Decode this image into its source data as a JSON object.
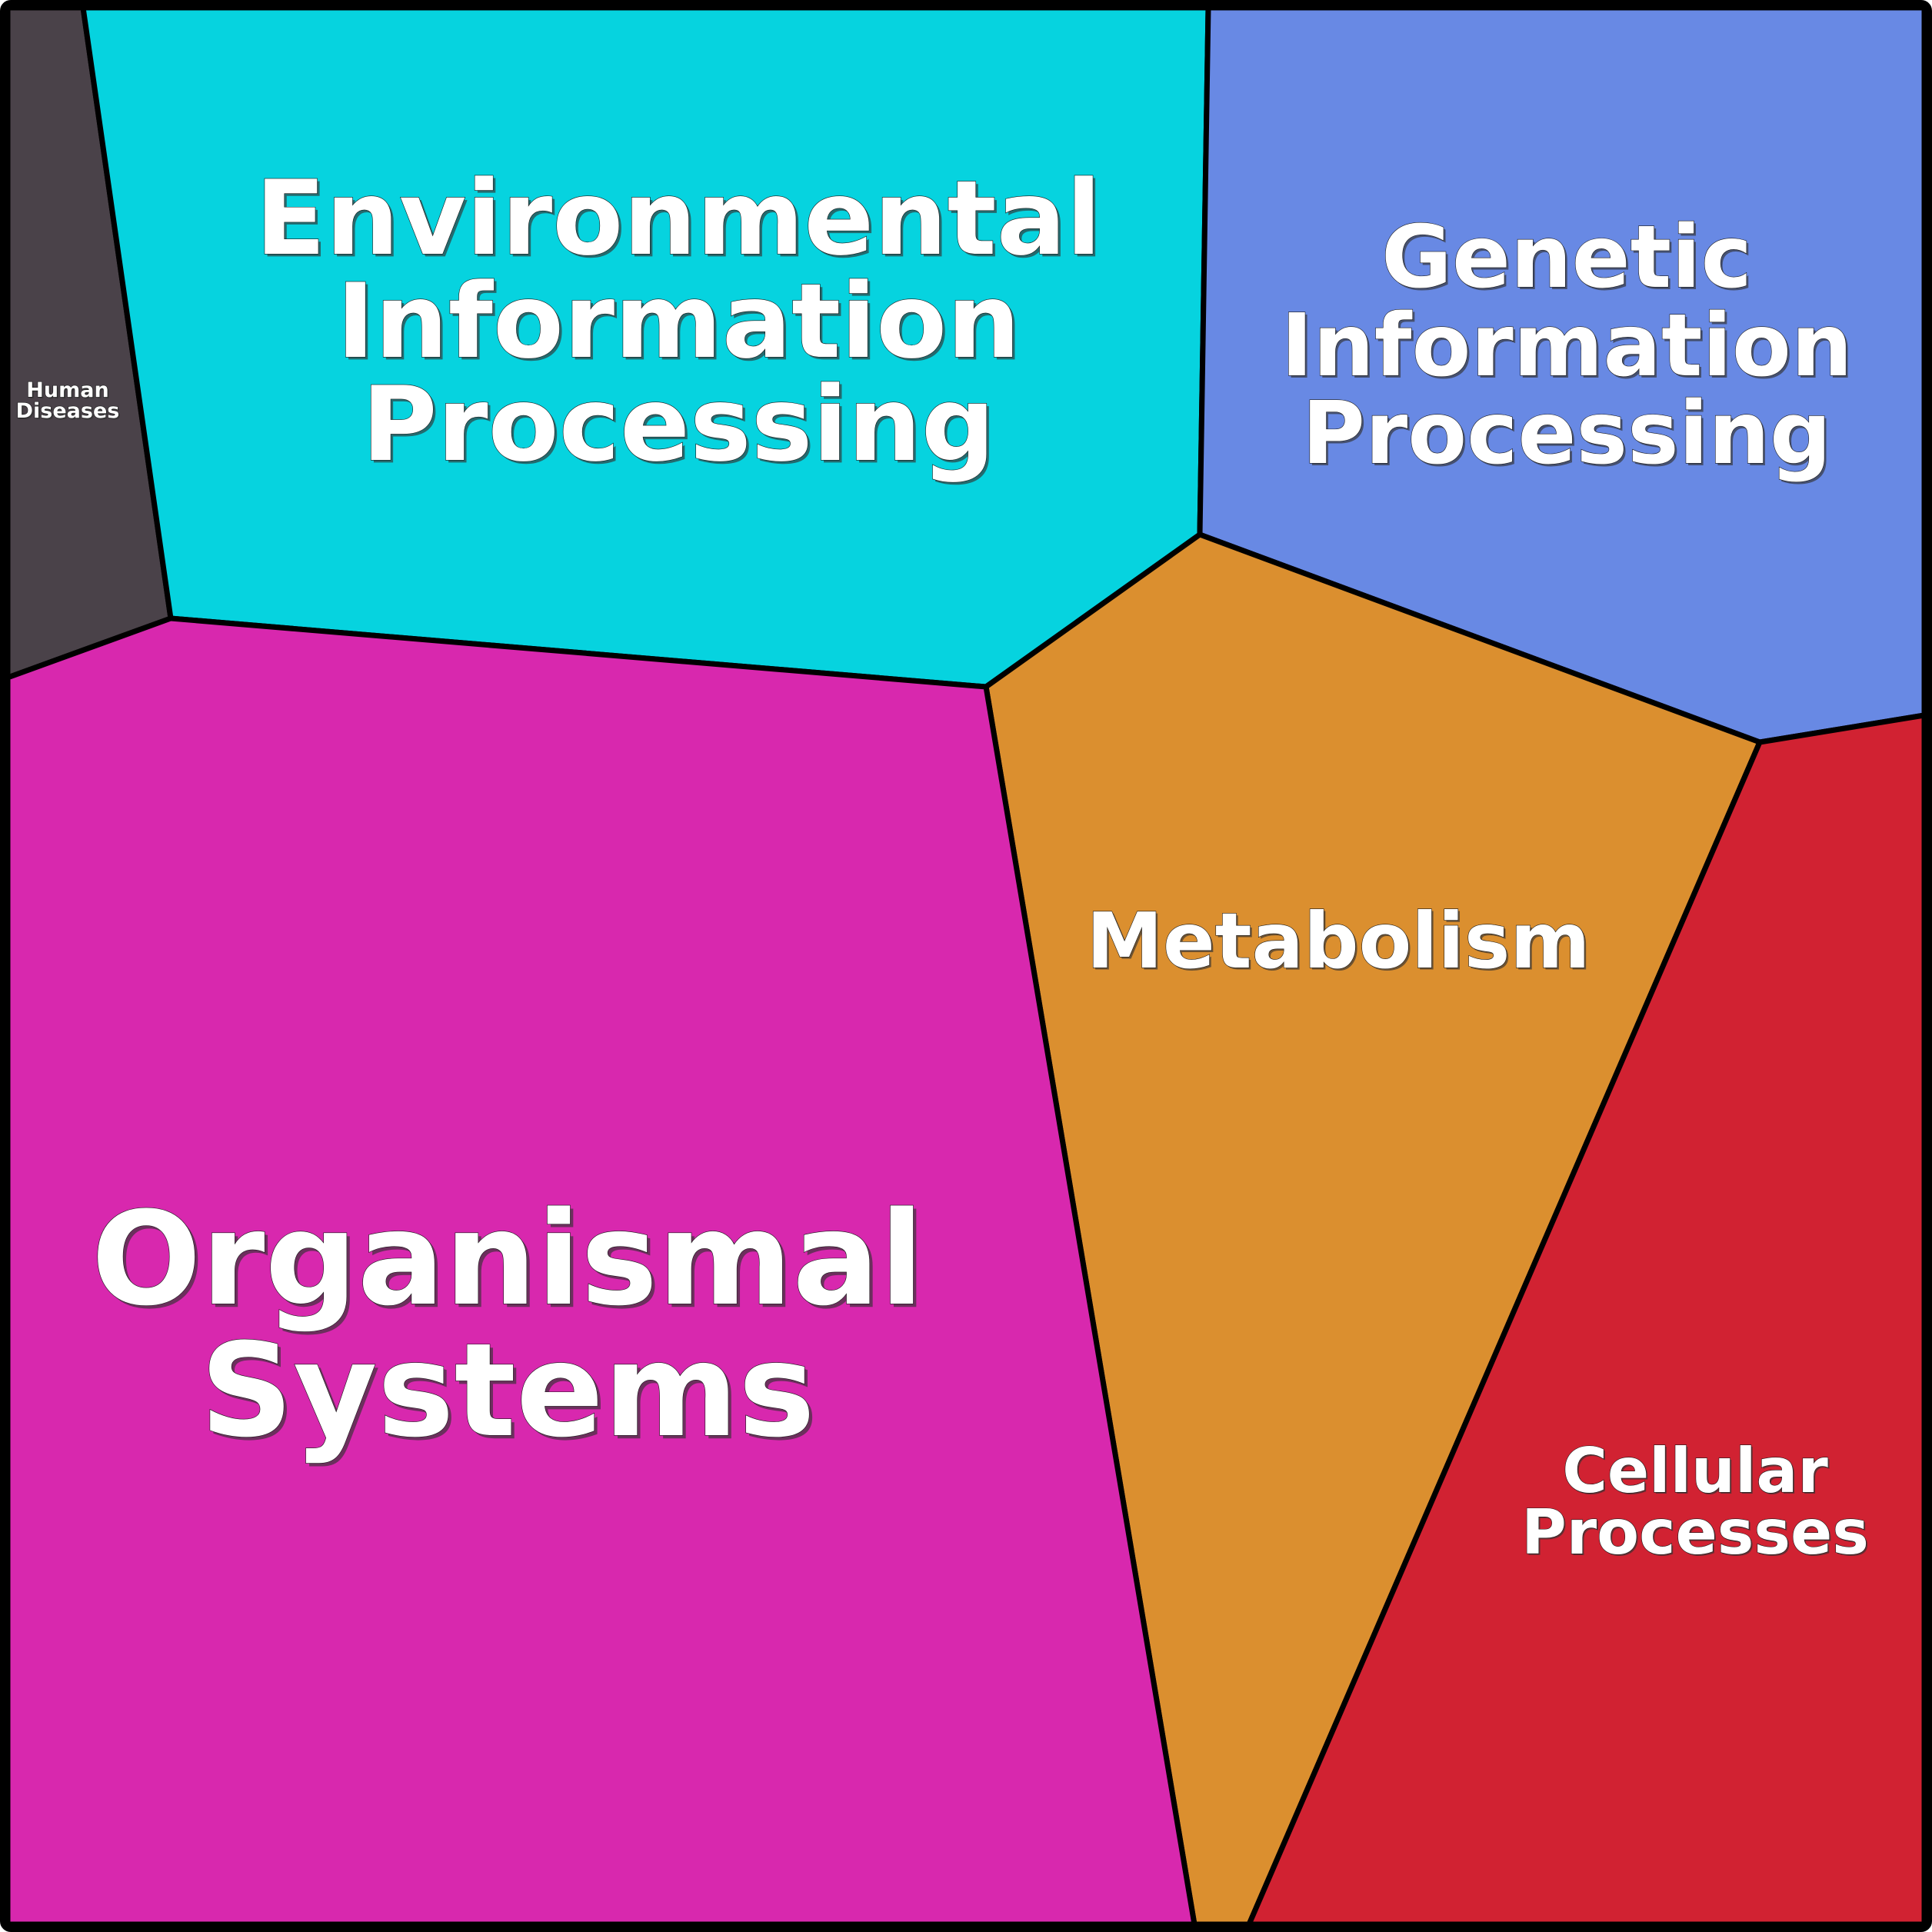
{
  "diagram": {
    "type": "voronoi-treemap",
    "regions": [
      {
        "id": "human-diseases",
        "label_lines": [
          "Human",
          "Diseases"
        ],
        "color": "#4a4249"
      },
      {
        "id": "environmental-information-processing",
        "label_lines": [
          "Environmental",
          "Information",
          "Processing"
        ],
        "color": "#06d3df"
      },
      {
        "id": "genetic-information-processing",
        "label_lines": [
          "Genetic",
          "Information",
          "Processing"
        ],
        "color": "#6889e4"
      },
      {
        "id": "metabolism",
        "label_lines": [
          "Metabolism"
        ],
        "color": "#db8f2f"
      },
      {
        "id": "organismal-systems",
        "label_lines": [
          "Organismal",
          "Systems"
        ],
        "color": "#d828ae"
      },
      {
        "id": "cellular-processes",
        "label_lines": [
          "Cellular",
          "Processes"
        ],
        "color": "#d12232"
      }
    ],
    "border_color": "#000000",
    "label_color": "#ffffff"
  }
}
